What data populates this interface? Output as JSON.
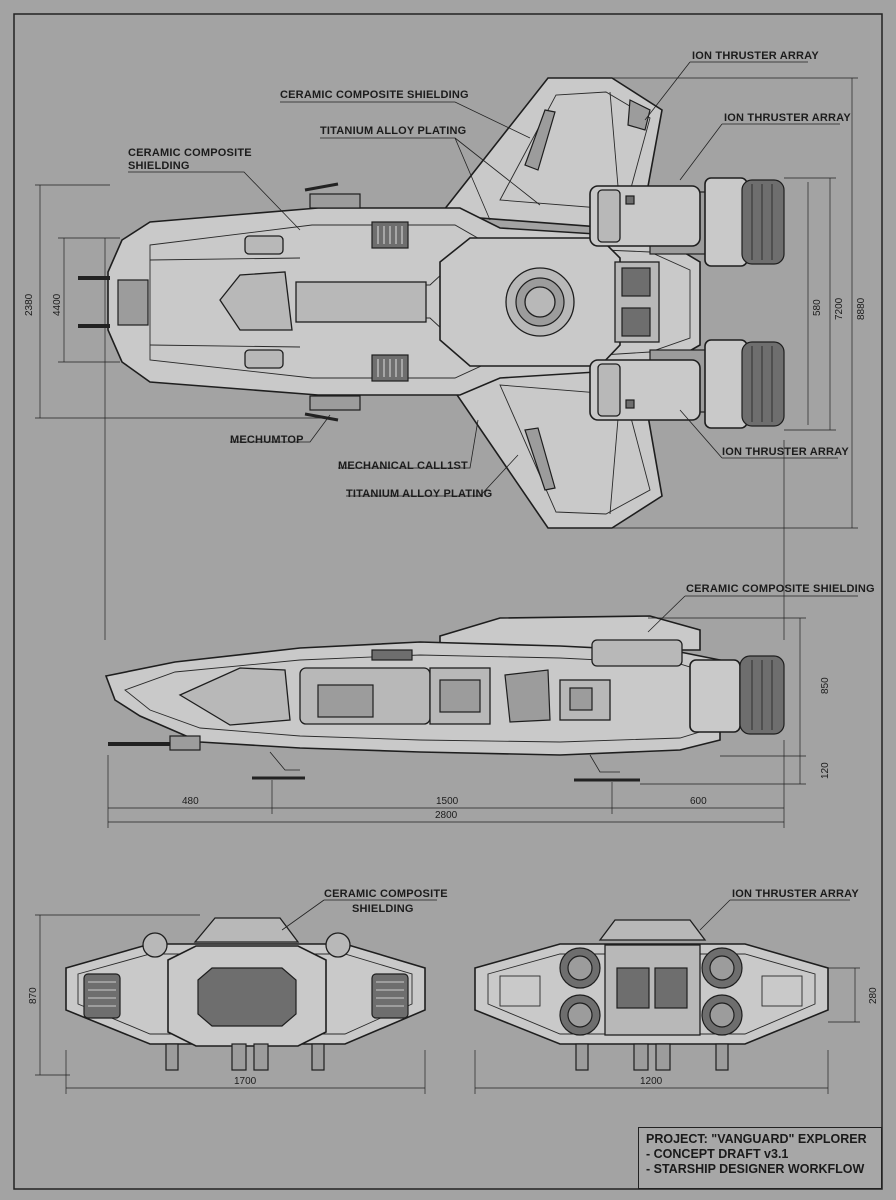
{
  "labels": {
    "top_ion_1": "ION THRUSTER ARRAY",
    "top_ion_2": "ION THRUSTER ARRAY",
    "top_ion_3": "ION THRUSTER ARRAY",
    "top_ceramic_center": "CERAMIC COMPOSITE SHIELDING",
    "top_titanium_upper": "TITANIUM ALLOY PLATING",
    "top_ceramic_left_line1": "CERAMIC COMPOSITE",
    "top_ceramic_left_line2": "SHIELDING",
    "top_mechumtop": "MECHUMTOP",
    "top_mechanical": "MECHANICAL CALL1ST",
    "top_titanium_lower": "TITANIUM ALLOY PLATING",
    "side_ceramic": "CERAMIC COMPOSITE SHIELDING",
    "front_ceramic_line1": "CERAMIC COMPOSITE",
    "front_ceramic_line2": "SHIELDING",
    "rear_ion": "ION THRUSTER ARRAY"
  },
  "dimensions": {
    "top_left_outer": "2380",
    "top_left_inner": "4400",
    "top_right_1": "580",
    "top_right_2": "7200",
    "top_right_3": "8880",
    "side_height": "850",
    "side_gear": "120",
    "side_seg_1": "480",
    "side_seg_2": "1500",
    "side_seg_3": "600",
    "side_total": "2800",
    "front_height": "870",
    "front_width": "1700",
    "rear_height": "280",
    "rear_width": "1200"
  },
  "title_block": {
    "line1": "PROJECT: \"VANGUARD\" EXPLORER",
    "line2": "- CONCEPT DRAFT v3.1",
    "line3": "- STARSHIP DESIGNER WORKFLOW"
  }
}
